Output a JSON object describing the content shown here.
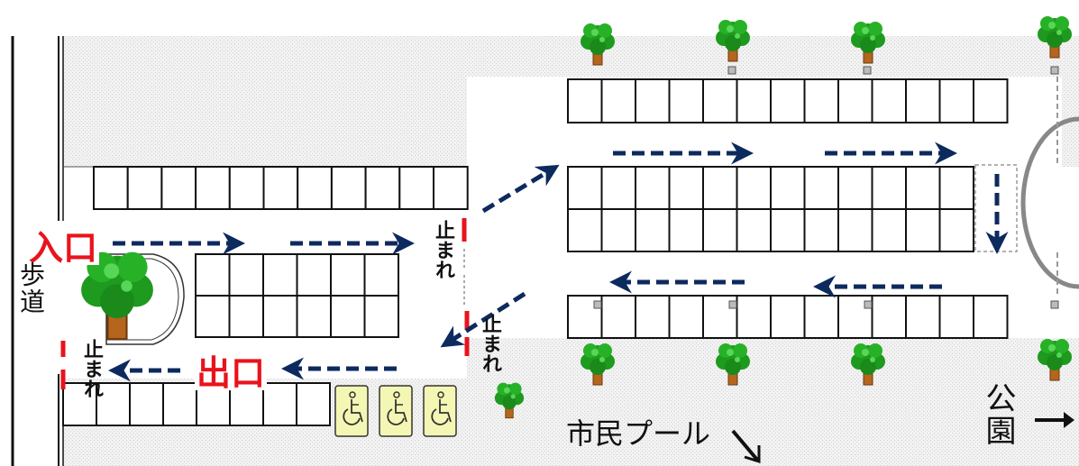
{
  "entrance_label": "入口",
  "exit_label": "出口",
  "sidewalk_label": "歩道",
  "stop_sign_text": "止まれ",
  "pool_label": "市民プール",
  "park_label": "公園",
  "colors": {
    "arrow": "#0d2a5e",
    "stop_red": "#e8131c",
    "tree_crown": "#1e9a1e",
    "tree_trunk": "#b5651d",
    "accessible_fill": "#f4f6b4",
    "pavement": "#ebebeb"
  },
  "icons": [
    "tree-icon",
    "wheelchair-icon",
    "arrow-icon"
  ]
}
